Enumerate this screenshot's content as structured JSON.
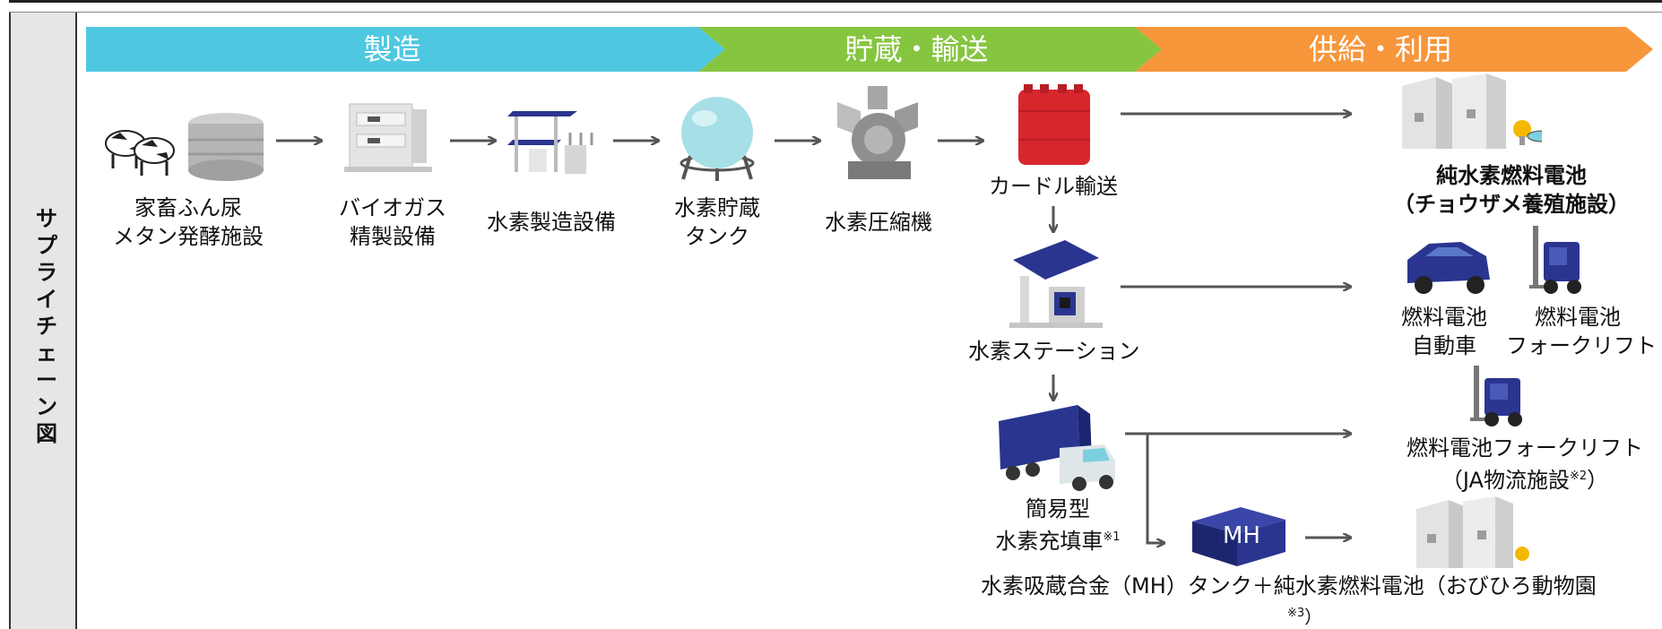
{
  "rail": {
    "title": "サプライチェーン図"
  },
  "stages": [
    {
      "label": "製造",
      "color": "#4ec8e0"
    },
    {
      "label": "貯蔵・輸送",
      "color": "#86c540"
    },
    {
      "label": "供給・利用",
      "color": "#f7963a"
    }
  ],
  "nodes": {
    "livestock": {
      "line1": "家畜ふん尿",
      "line2": "メタン発酵施設"
    },
    "biogas": {
      "line1": "バイオガス",
      "line2": "精製設備"
    },
    "production": {
      "line1": "水素製造設備"
    },
    "storage": {
      "line1": "水素貯蔵",
      "line2": "タンク"
    },
    "compressor": {
      "line1": "水素圧縮機"
    },
    "curdle": {
      "line1": "カードル輸送"
    },
    "station": {
      "line1": "水素ステーション"
    },
    "truck": {
      "line1": "簡易型",
      "line2": "水素充填車",
      "mark": "※1"
    },
    "mh_badge": "MH",
    "mh_caption": {
      "line1": "水素吸蔵合金（MH）タンク＋純水素燃料電池（おびひろ動物園",
      "mark": "※3",
      "tail": "）"
    }
  },
  "destinations": {
    "pure_fc": {
      "line1": "純水素燃料電池",
      "line2": "（チョウザメ養殖施設）"
    },
    "fcv": {
      "line1": "燃料電池",
      "line2": "自動車"
    },
    "forklift": {
      "line1": "燃料電池",
      "line2": "フォークリフト"
    },
    "ja_forklift": {
      "line1": "燃料電池フォークリフト",
      "line2a": "（JA物流施設",
      "mark": "※2",
      "line2b": "）"
    }
  },
  "colors": {
    "arrow": "#555555",
    "cylinder_red": "#d8262d",
    "navy": "#2a3590",
    "gray_light": "#d9d9d9",
    "gray_mid": "#a6a6a6",
    "sphere": "#a7dfe6",
    "bulb": "#f5b800"
  }
}
